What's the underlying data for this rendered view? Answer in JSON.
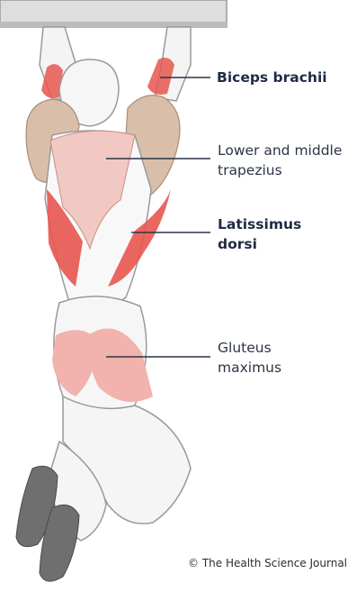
{
  "labels": {
    "biceps": "Biceps brachii",
    "trapezius_line1": "Lower and middle",
    "trapezius_line2": "trapezius",
    "latissimus_line1": "Latissimus",
    "latissimus_line2": "dorsi",
    "gluteus_line1": "Gluteus",
    "gluteus_line2": "maximus"
  },
  "credit": "© The Health Science Journal",
  "colors": {
    "muscle_highlight": "#e8564f",
    "muscle_light": "#f2b2ad",
    "muscle_beige": "#d9bfaa",
    "skin_outline": "#9a9a9a",
    "leader_line": "#2b3446",
    "bar": "#dcdcdc"
  }
}
